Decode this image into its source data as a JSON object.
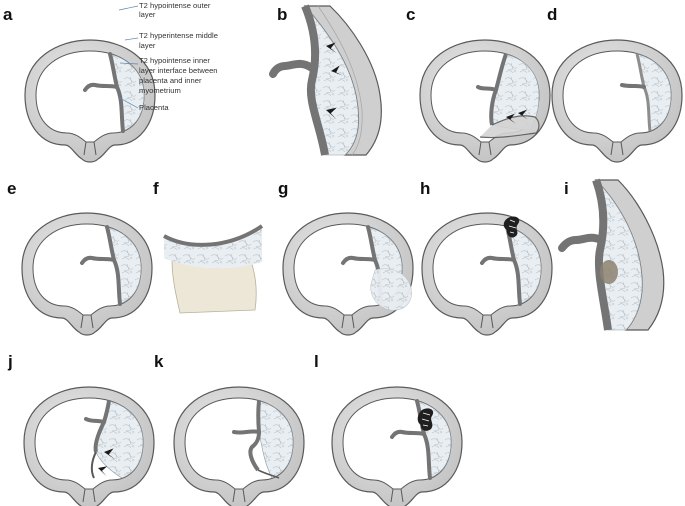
{
  "panels": [
    "a",
    "b",
    "c",
    "d",
    "e",
    "f",
    "g",
    "h",
    "i",
    "j",
    "k",
    "l"
  ],
  "annotations": [
    [
      "T2 hypointense outer",
      "layer"
    ],
    [
      "T2 hyperintense middle",
      "layer"
    ],
    [
      "T2 hypointense inner",
      "layer interface between",
      "placenta and inner",
      "myometrium"
    ],
    [
      "Placenta"
    ]
  ],
  "colors": {
    "uterine_wall": "#d3d3d3",
    "wall_outline": "#5a5a5a",
    "dark_layer": "#747474",
    "placenta": "#e9eef2",
    "tissue_mass": "#ede7d7",
    "nodule": "#8c8170"
  }
}
